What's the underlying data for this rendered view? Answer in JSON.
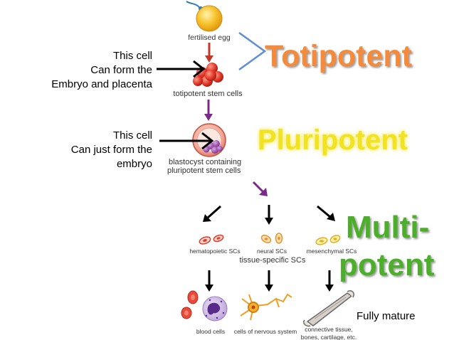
{
  "labels": {
    "fertilised_egg": "fertilised egg",
    "totipotent_cells": "totipotent stem cells",
    "blastocyst_line1": "blastocyst containing",
    "blastocyst_line2": "pluripotent stem cells",
    "hematopoietic": "hematopoietic SCs",
    "neural": "neural SCs",
    "mesenchymal": "mesenchymal SCs",
    "tissue_specific": "tissue-specific SCs",
    "blood_cells": "blood cells",
    "nervous_cells": "cells of nervous system",
    "connective_line1": "connective tissue,",
    "connective_line2": "bones, cartilage, etc."
  },
  "notes": {
    "embryo_placenta": [
      "This cell",
      "Can form the",
      "Embryo and placenta"
    ],
    "embryo_only": [
      "This cell",
      "Can just form the",
      "embryo"
    ],
    "fully_mature": "Fully mature"
  },
  "potency": {
    "totipotent": "Totipotent",
    "pluripotent": "Pluripotent",
    "multi_line1": "Multi-",
    "multi_line2": "potent"
  },
  "colors": {
    "totipotent": "#f58a3a",
    "pluripotent": "#f2e321",
    "multipotent": "#4caf2a",
    "bracket": "#5b8fd0",
    "red_arrow": "#c0392b",
    "purple_arrow": "#7a2a8a"
  },
  "icons": [
    "egg-icon",
    "morula-icon",
    "blastocyst-icon",
    "red-cell-icon",
    "neural-cell-icon",
    "mesenchymal-cell-icon",
    "blood-cell-icon",
    "neuron-icon",
    "bone-icon"
  ]
}
